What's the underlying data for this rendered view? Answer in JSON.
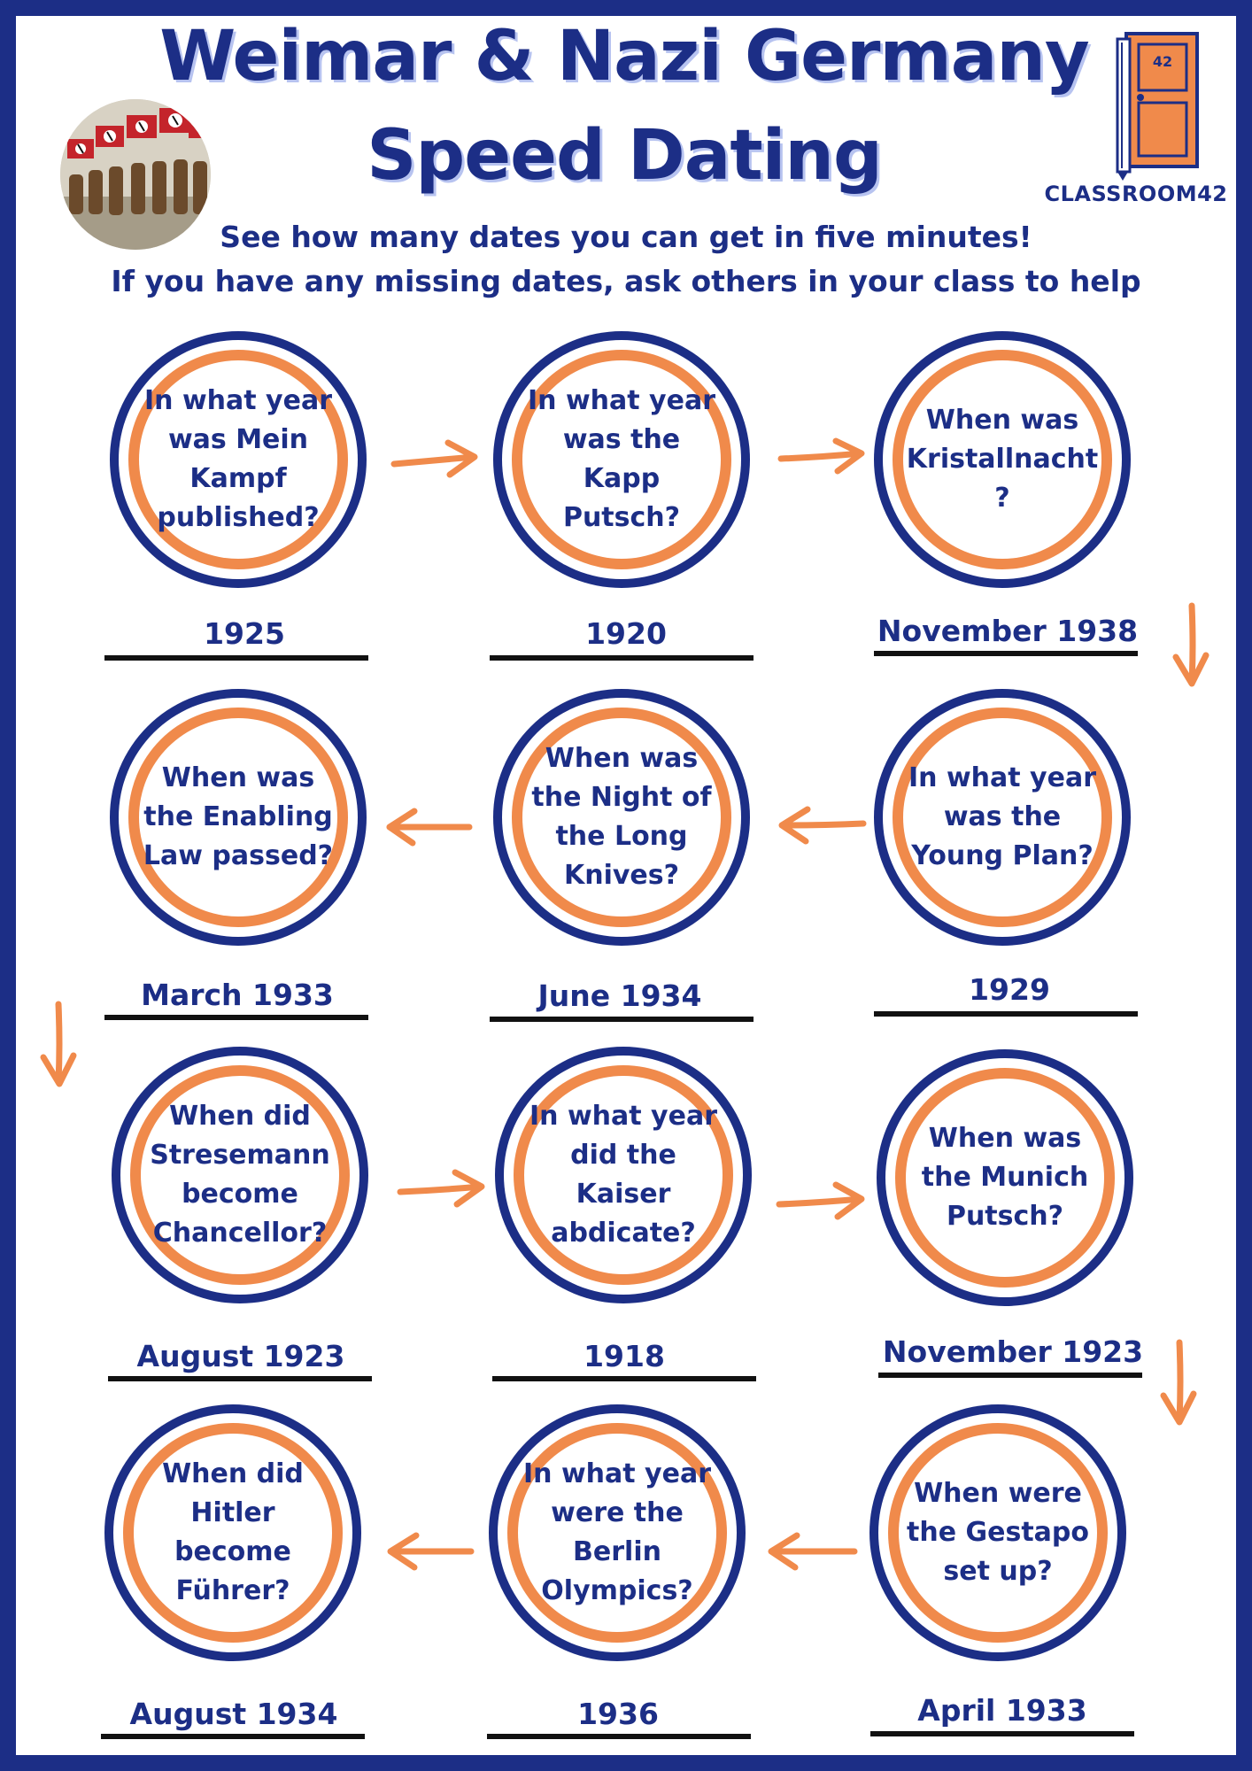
{
  "title": {
    "line1": "Weimar & Nazi Germany",
    "line2": "Speed Dating"
  },
  "subtitle": {
    "line1": "See how many dates you can get in five minutes!",
    "line2": "If you have any missing dates, ask others in your class to help"
  },
  "brand": {
    "name": "CLASSROOM42",
    "door_number": "42"
  },
  "colors": {
    "navy": "#1c2e86",
    "orange": "#f08a4b",
    "answer_line": "#111111"
  },
  "cards": [
    {
      "question": "In what year was Mein Kampf published?",
      "answer": "1925"
    },
    {
      "question": "In what year was the Kapp Putsch?",
      "answer": "1920"
    },
    {
      "question": "When was Kristallnacht ?",
      "answer": "November 1938"
    },
    {
      "question": "When was the Enabling Law passed?",
      "answer": "March 1933"
    },
    {
      "question": "When was the Night of the Long Knives?",
      "answer": "June 1934"
    },
    {
      "question": "In what year was the Young Plan?",
      "answer": "1929"
    },
    {
      "question": "When did Stresemann become Chancellor?",
      "answer": "August 1923"
    },
    {
      "question": "In what year did the Kaiser abdicate?",
      "answer": "1918"
    },
    {
      "question": "When was the Munich Putsch?",
      "answer": "November 1923"
    },
    {
      "question": "When did Hitler become Führer?",
      "answer": "August 1934"
    },
    {
      "question": "In what year were the Berlin Olympics?",
      "answer": "1936"
    },
    {
      "question": "When were the Gestapo set up?",
      "answer": "April 1933"
    }
  ]
}
